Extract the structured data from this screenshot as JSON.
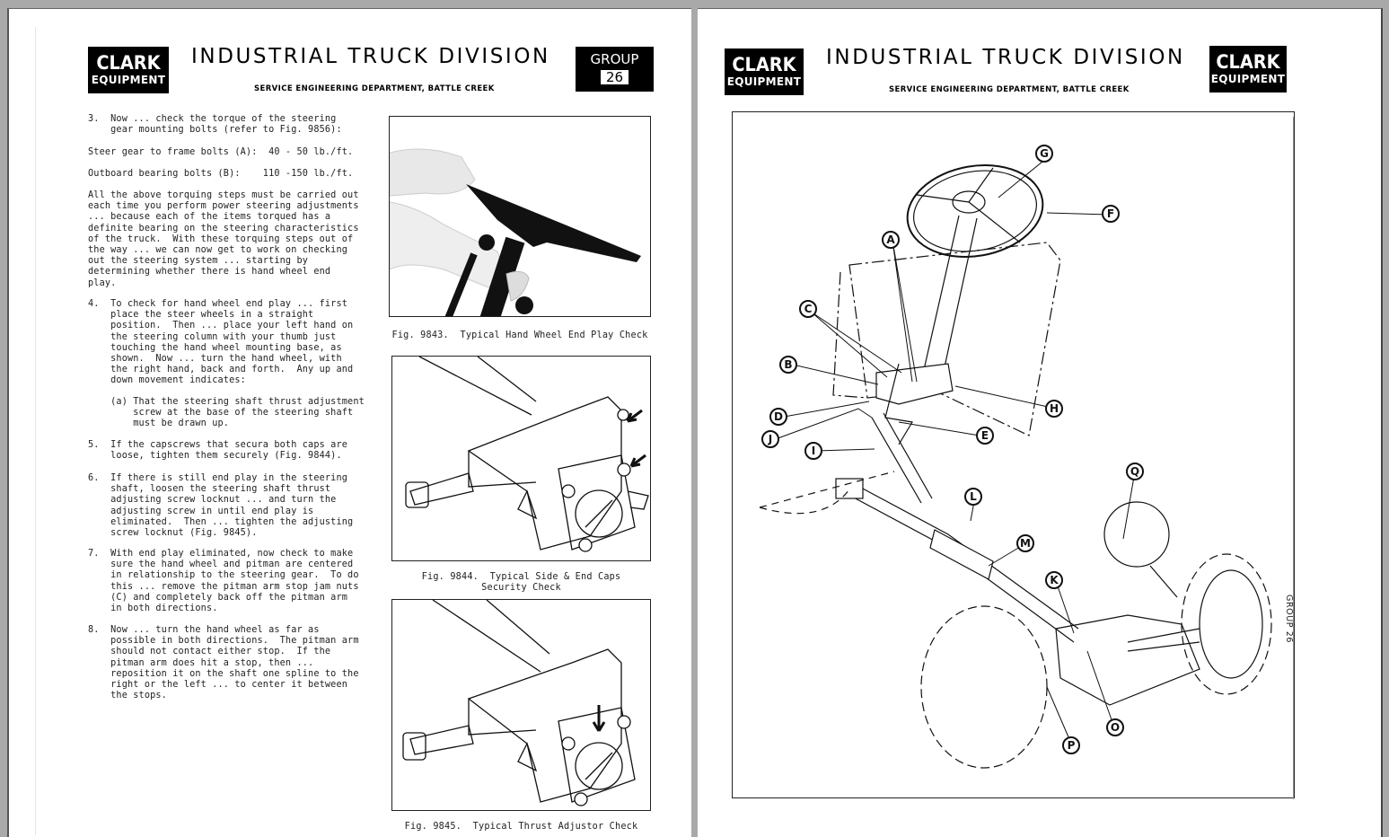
{
  "header": {
    "logo_line1": "CLARK",
    "logo_line2": "EQUIPMENT",
    "title": "INDUSTRIAL  TRUCK  DIVISION",
    "subtitle": "SERVICE ENGINEERING DEPARTMENT,  BATTLE CREEK",
    "group_label": "GROUP",
    "group_number": "26"
  },
  "left_page": {
    "paragraphs": [
      "3.  Now ... check the torque of the steering\n    gear mounting bolts (refer to Fig. 9856):",
      "Steer gear to frame bolts (A):  40 - 50 lb./ft.",
      "Outboard bearing bolts (B):    110 -150 lb./ft.",
      "All the above torquing steps must be carried out\neach time you perform power steering adjustments\n... because each of the items torqued has a\ndefinite bearing on the steering characteristics\nof the truck.  With these torquing steps out of\nthe way ... we can now get to work on checking\nout the steering system ... starting by\ndetermining whether there is hand wheel end\nplay.",
      "4.  To check for hand wheel end play ... first\n    place the steer wheels in a straight\n    position.  Then ... place your left hand on\n    the steering column with your thumb just\n    touching the hand wheel mounting base, as\n    shown.  Now ... turn the hand wheel, with\n    the right hand, back and forth.  Any up and\n    down movement indicates:",
      "    (a) That the steering shaft thrust adjustment\n        screw at the base of the steering shaft\n        must be drawn up.",
      "5.  If the capscrews that secura both caps are\n    loose, tighten them securely (Fig. 9844).",
      "6.  If there is still end play in the steering\n    shaft, loosen the steering shaft thrust\n    adjusting screw locknut ... and turn the\n    adjusting screw in until end play is\n    eliminated.  Then ... tighten the adjusting\n    screw locknut (Fig. 9845).",
      "7.  With end play eliminated, now check to make\n    sure the hand wheel and pitman are centered\n    in relationship to the steering gear.  To do\n    this ... remove the pitman arm stop jam nuts\n    (C) and completely back off the pitman arm\n    in both directions.",
      "8.  Now ... turn the hand wheel as far as\n    possible in both directions.  The pitman arm\n    should not contact either stop.  If the\n    pitman arm does hit a stop, then ...\n    reposition it on the shaft one spline to the\n    right or the left ... to center it between\n    the stops."
    ],
    "figures": [
      {
        "caption": "Fig. 9843.  Typical Hand Wheel End Play Check",
        "subject": "hand-wheel-end-play-photo"
      },
      {
        "caption": "Fig. 9844.  Typical Side & End Caps\nSecurity Check",
        "subject": "steering-gear-caps-drawing"
      },
      {
        "caption": "Fig. 9845.  Typical Thrust Adjustor Check",
        "subject": "steering-gear-thrust-adjustor-drawing"
      }
    ]
  },
  "right_page": {
    "diagram": {
      "subject": "steering-system-exploded-view",
      "callouts": [
        "A",
        "B",
        "C",
        "D",
        "E",
        "F",
        "G",
        "H",
        "I",
        "J",
        "K",
        "L",
        "M",
        "O",
        "P",
        "Q"
      ]
    },
    "side_tab": "GROUP  26"
  }
}
